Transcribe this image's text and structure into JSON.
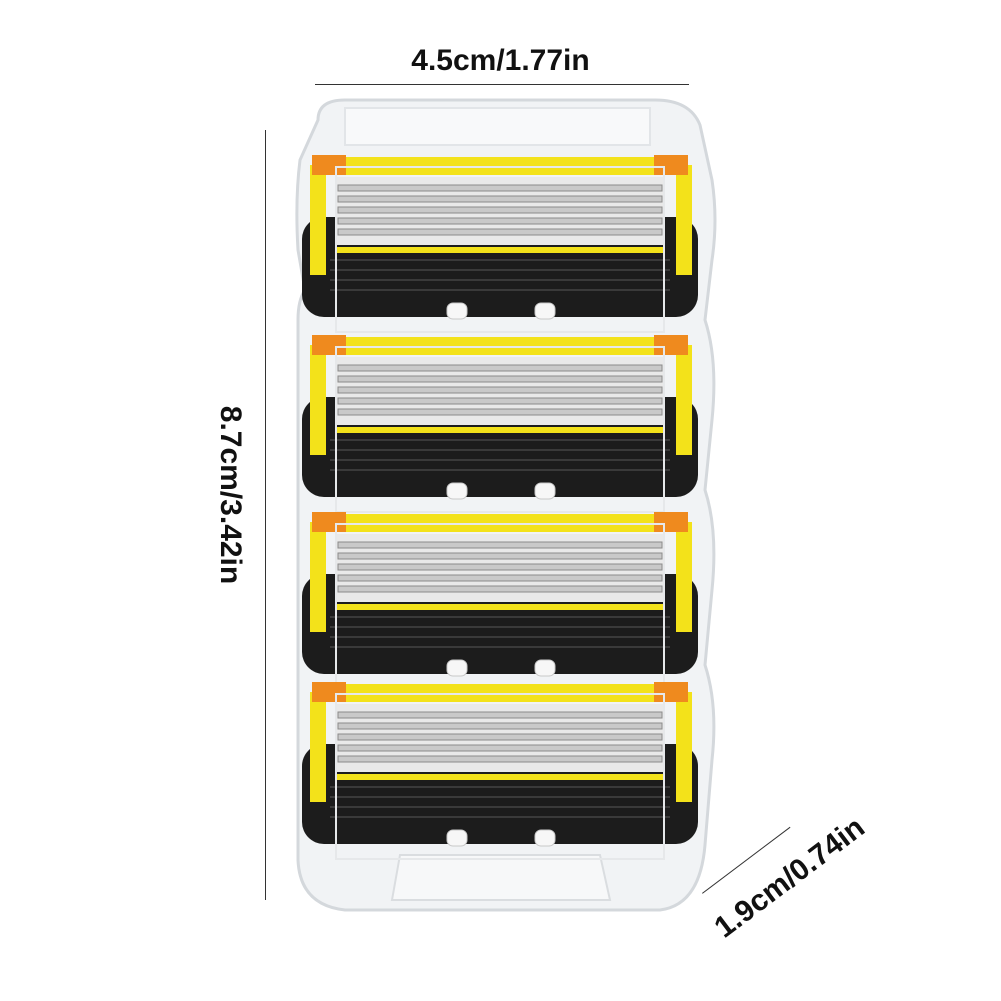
{
  "dimensions": {
    "width": "4.5cm/1.77in",
    "height": "8.7cm/3.42in",
    "depth": "1.9cm/0.74in"
  },
  "product": {
    "cartridge_count": 4,
    "colors": {
      "accent_yellow": "#f3e21a",
      "accent_orange": "#ef8a1e",
      "blade_silver": "#c9c9c9",
      "body_black": "#1c1c1c",
      "case_clear": "#eef0f2"
    }
  }
}
